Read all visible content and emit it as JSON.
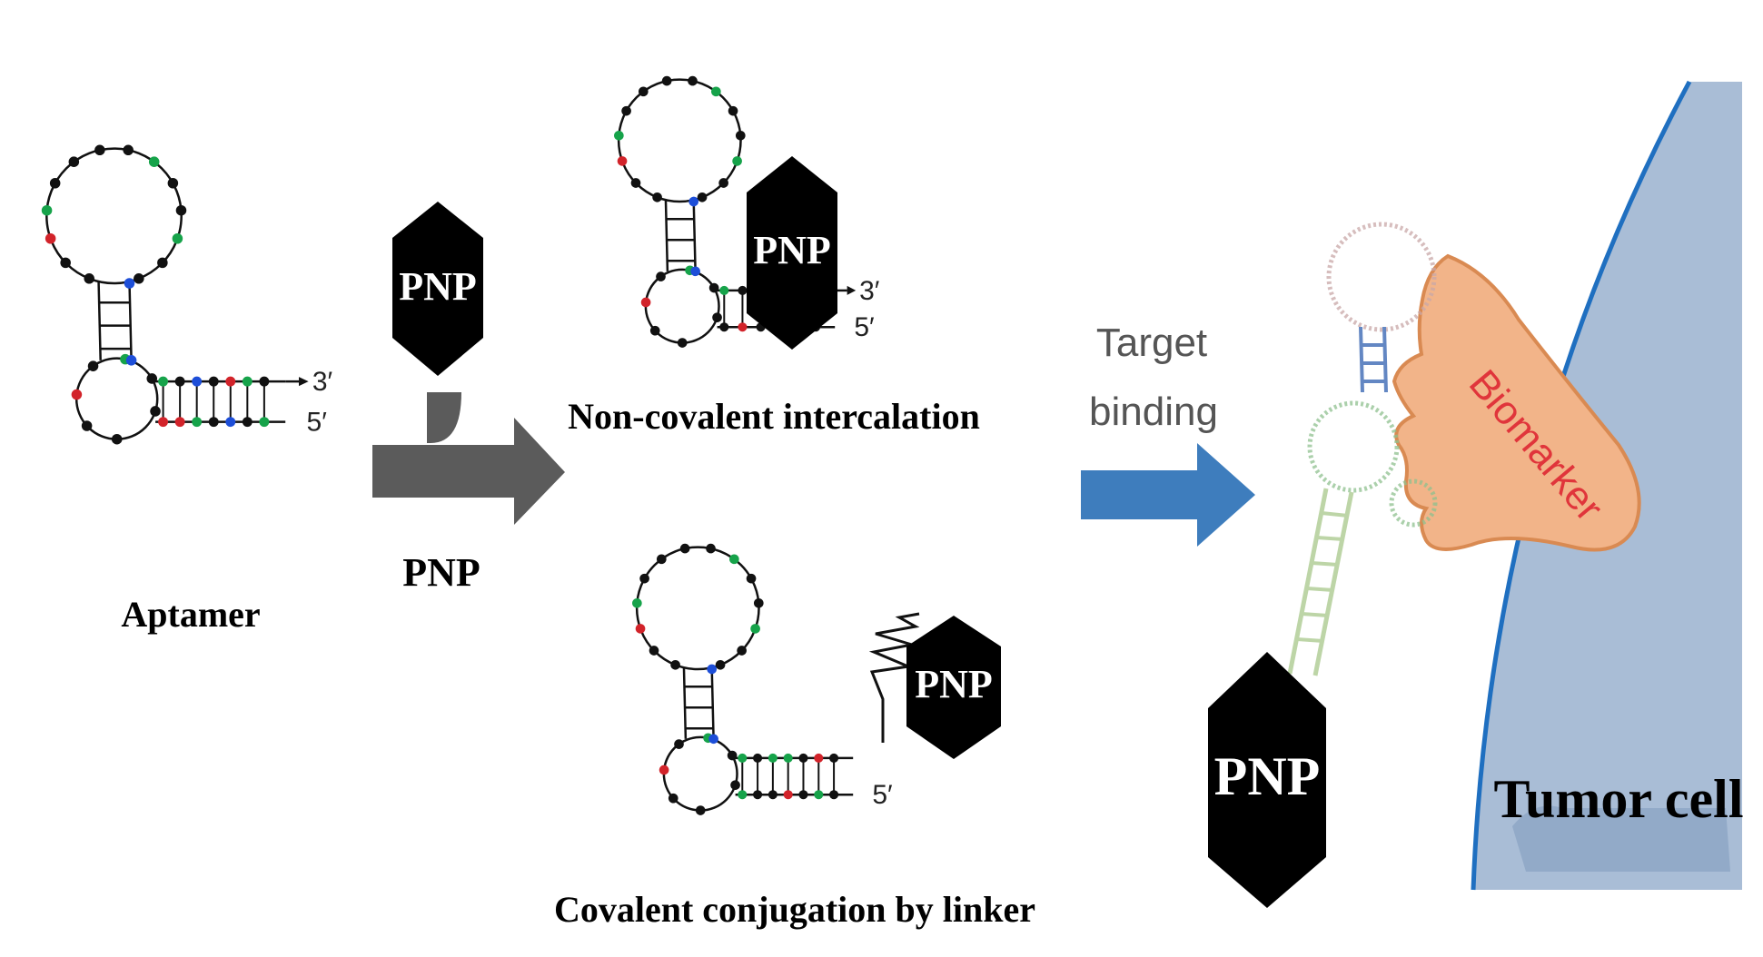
{
  "labels": {
    "aptamer": "Aptamer",
    "pnp_arrow": "PNP",
    "noncovalent": "Non-covalent intercalation",
    "covalent": "Covalent conjugation by linker",
    "target_line1": "Target",
    "target_line2": "binding",
    "biomarker": "Biomarker",
    "tumor_cell": "Tumor cell",
    "end3": "3′",
    "end5": "5′"
  },
  "particles": {
    "pnp_free": "PNP",
    "pnp_intercalated": "PNP",
    "pnp_linked": "PNP",
    "pnp_bound": "PNP"
  },
  "colors": {
    "backbone": "#111111",
    "nt_red": "#d2232a",
    "nt_green": "#16a34a",
    "nt_blue": "#1d4ed8",
    "arrow_gray": "#5b5b5b",
    "arrow_blue": "#3e7dbd",
    "cell_fill": "#a9bdd6",
    "cell_edge": "#1f6fc0",
    "biomarker_fill": "#f2b489",
    "biomarker_edge": "#d98a52",
    "biomarker_text": "#e0353b"
  }
}
